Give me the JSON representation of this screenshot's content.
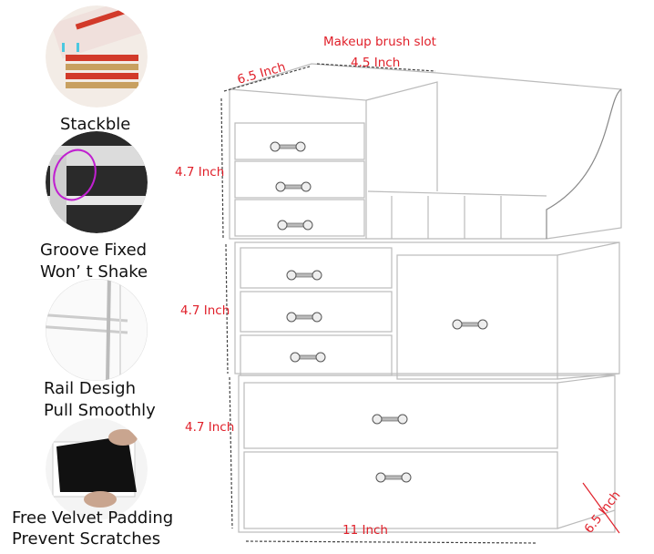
{
  "features": [
    {
      "lines": [
        "Stackble"
      ],
      "icon": "stacked-drawers-photo"
    },
    {
      "lines": [
        "Groove Fixed",
        "Won’  t Shake"
      ],
      "icon": "groove-closeup-photo"
    },
    {
      "lines": [
        "Rail Desigh",
        "Pull Smoothly"
      ],
      "icon": "rail-closeup-photo"
    },
    {
      "lines": [
        "Free Velvet Padding",
        "Prevent Scratches"
      ],
      "icon": "velvet-padding-photo"
    }
  ],
  "dimensions": {
    "brush_slot": "Makeup brush slot",
    "top_depth": "6.5 Inch",
    "top_width": "4.5 Inch",
    "tier1_height": "4.7 Inch",
    "tier2_height": "4.7 Inch",
    "tier3_height": "4.7 Inch",
    "base_width": "11 Inch",
    "base_depth": "6.5 Inch"
  },
  "colors": {
    "dimension_text": "#e0202a",
    "highlight_circle": "#c020d0"
  }
}
